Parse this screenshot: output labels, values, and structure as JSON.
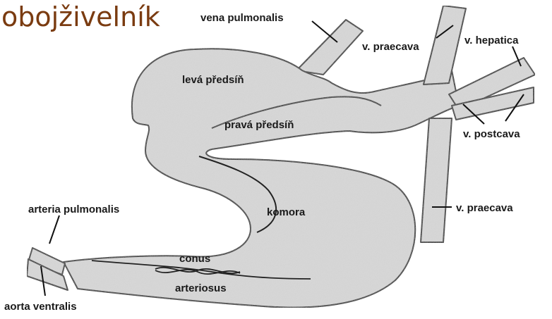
{
  "title": "obojživelník",
  "colors": {
    "title": "#7a3b10",
    "body_fill": "#d9d9d9",
    "outline": "#222222",
    "text": "#1a1a1a"
  },
  "labels": {
    "vena_pulmonalis": "vena pulmonalis",
    "v_praecava_top": "v. praecava",
    "v_hepatica": "v. hepatica",
    "leva_predsin": "levá předsíň",
    "prava_predsin": "pravá předsíň",
    "v_postcava": "v. postcava",
    "komora": "komora",
    "v_praecava_bottom": "v. praecava",
    "arteria_pulmonalis": "arteria pulmonalis",
    "conus": "conus",
    "arteriosus": "arteriosus",
    "aorta_ventralis": "aorta ventralis"
  }
}
